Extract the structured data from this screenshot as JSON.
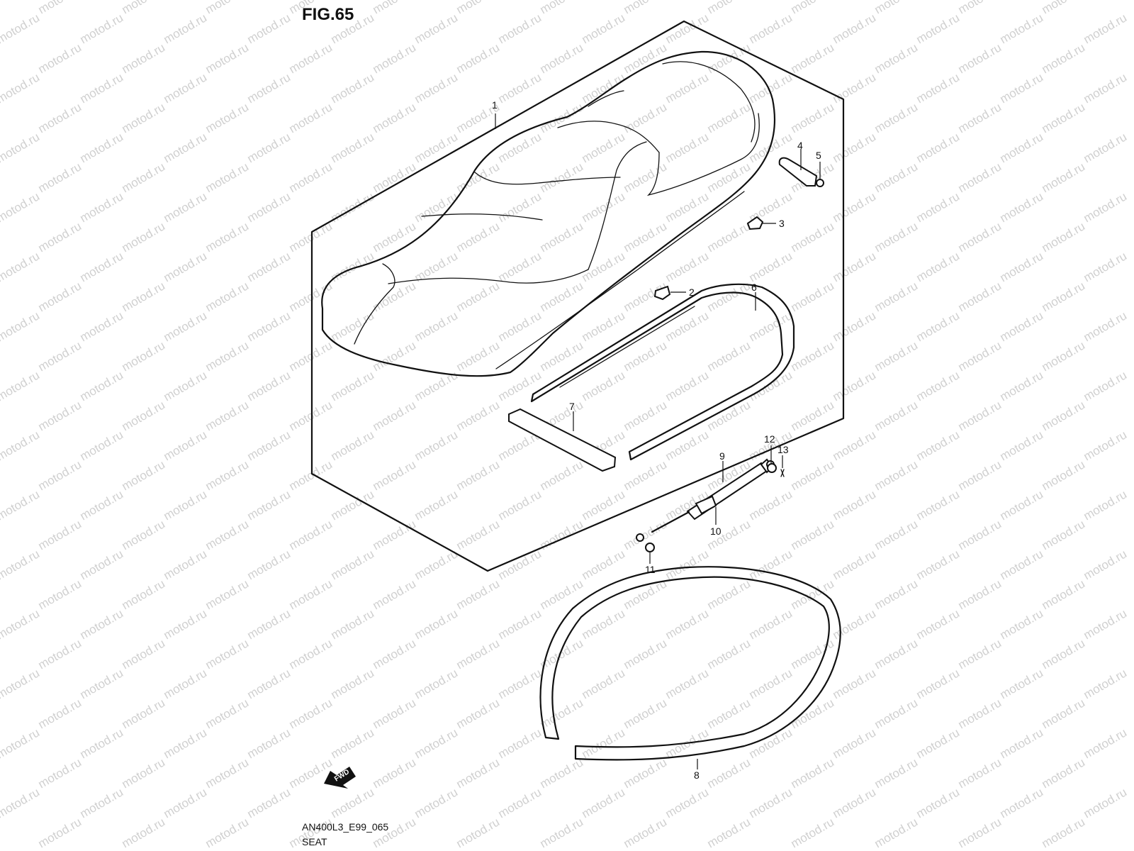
{
  "title": "FIG.65",
  "watermark": "motod.ru",
  "code": "AN400L3_E99_065",
  "name": "SEAT",
  "fwd_label": "FWD",
  "callouts": [
    "1",
    "2",
    "3",
    "4",
    "5",
    "6",
    "7",
    "8",
    "9",
    "10",
    "11",
    "12",
    "13"
  ]
}
